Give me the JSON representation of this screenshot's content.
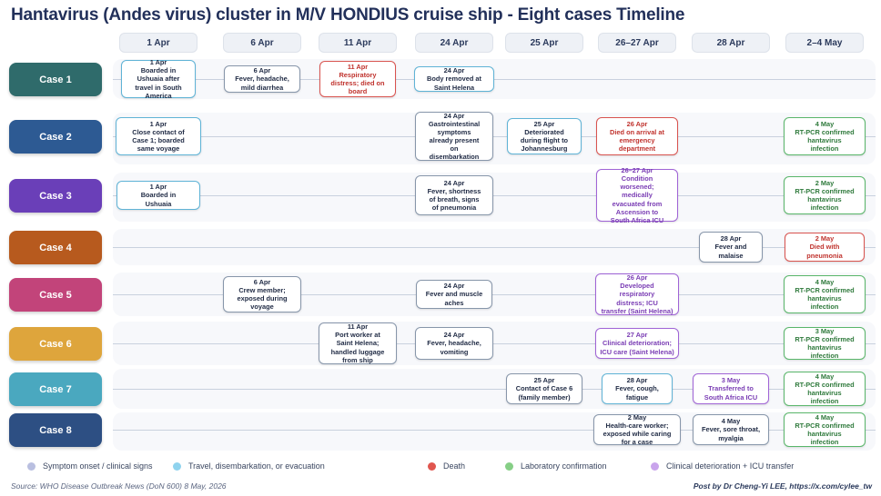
{
  "title": "Hantavirus (Andes virus) cluster in M/V HONDIUS cruise ship - Eight cases Timeline",
  "columns": [
    "1 Apr",
    "6 Apr",
    "11 Apr",
    "24 Apr",
    "25 Apr",
    "26–27 Apr",
    "28 Apr",
    "2–4 May"
  ],
  "cases": [
    {
      "label": "Case 1",
      "color": "#2f6b6b"
    },
    {
      "label": "Case 2",
      "color": "#2d5a93"
    },
    {
      "label": "Case 3",
      "color": "#6a3fb8"
    },
    {
      "label": "Case 4",
      "color": "#b75a1e"
    },
    {
      "label": "Case 5",
      "color": "#c2447a"
    },
    {
      "label": "Case 6",
      "color": "#dea53c"
    },
    {
      "label": "Case 7",
      "color": "#4aa8bf"
    },
    {
      "label": "Case 8",
      "color": "#2d4f83"
    }
  ],
  "events": [
    {
      "row": 0,
      "col": 0,
      "kind": "travel",
      "text": "1 Apr\nBoarded in\nUshuaia after\ntravel in South\nAmerica"
    },
    {
      "row": 0,
      "col": 1,
      "kind": "symptom",
      "text": "6 Apr\nFever, headache,\nmild diarrhea"
    },
    {
      "row": 0,
      "col": 2,
      "kind": "death",
      "text": "11 Apr\nRespiratory\ndistress; died on\nboard"
    },
    {
      "row": 0,
      "col": 3,
      "kind": "travel",
      "text": "24 Apr\nBody removed at\nSaint Helena"
    },
    {
      "row": 1,
      "col": 0,
      "kind": "travel",
      "text": "1 Apr\nClose contact of\nCase 1; boarded\nsame voyage"
    },
    {
      "row": 1,
      "col": 3,
      "kind": "symptom",
      "text": "24 Apr\nGastrointestinal\nsymptoms\nalready present\non\ndisembarkation"
    },
    {
      "row": 1,
      "col": 4,
      "kind": "travel",
      "text": "25 Apr\nDeteriorated\nduring flight to\nJohannesburg"
    },
    {
      "row": 1,
      "col": 5,
      "kind": "death",
      "text": "26 Apr\nDied on arrival at\nemergency\ndepartment"
    },
    {
      "row": 1,
      "col": 7,
      "kind": "lab",
      "text": "4 May\nRT-PCR confirmed\nhantavirus\ninfection"
    },
    {
      "row": 2,
      "col": 0,
      "kind": "travel",
      "text": "1 Apr\nBoarded in\nUshuaia"
    },
    {
      "row": 2,
      "col": 3,
      "kind": "symptom",
      "text": "24 Apr\nFever, shortness\nof breath, signs\nof pneumonia"
    },
    {
      "row": 2,
      "col": 5,
      "kind": "icu",
      "text": "26–27 Apr\nCondition\nworsened;\nmedically\nevacuated from\nAscension to\nSouth Africa ICU"
    },
    {
      "row": 2,
      "col": 7,
      "kind": "lab",
      "text": "2 May\nRT-PCR confirmed\nhantavirus\ninfection"
    },
    {
      "row": 3,
      "col": 6,
      "kind": "symptom",
      "text": "28 Apr\nFever and\nmalaise"
    },
    {
      "row": 3,
      "col": 7,
      "kind": "death",
      "text": "2 May\nDied with\npneumonia"
    },
    {
      "row": 4,
      "col": 1,
      "kind": "symptom",
      "text": "6 Apr\nCrew member;\nexposed during\nvoyage"
    },
    {
      "row": 4,
      "col": 3,
      "kind": "symptom",
      "text": "24 Apr\nFever and muscle\naches"
    },
    {
      "row": 4,
      "col": 5,
      "kind": "icu",
      "text": "26 Apr\nDeveloped\nrespiratory\ndistress; ICU\ntransfer (Saint Helena)"
    },
    {
      "row": 4,
      "col": 7,
      "kind": "lab",
      "text": "4 May\nRT-PCR confirmed\nhantavirus\ninfection"
    },
    {
      "row": 5,
      "col": 2,
      "kind": "symptom",
      "text": "11 Apr\nPort worker at\nSaint Helena;\nhandled luggage\nfrom ship"
    },
    {
      "row": 5,
      "col": 3,
      "kind": "symptom",
      "text": "24 Apr\nFever, headache,\nvomiting"
    },
    {
      "row": 5,
      "col": 5,
      "kind": "icu",
      "text": "27 Apr\nClinical deterioration;\nICU care (Saint Helena)"
    },
    {
      "row": 5,
      "col": 7,
      "kind": "lab",
      "text": "3 May\nRT-PCR confirmed\nhantavirus\ninfection"
    },
    {
      "row": 6,
      "col": 4,
      "kind": "symptom",
      "text": "25 Apr\nContact of Case 6\n(family member)"
    },
    {
      "row": 6,
      "col": 5,
      "kind": "travel",
      "text": "28 Apr\nFever, cough,\nfatigue"
    },
    {
      "row": 6,
      "col": 6,
      "kind": "icu",
      "text": "3 May\nTransferred to\nSouth Africa ICU"
    },
    {
      "row": 6,
      "col": 7,
      "kind": "lab",
      "text": "4 May\nRT-PCR confirmed\nhantavirus\ninfection"
    },
    {
      "row": 7,
      "col": 5,
      "kind": "symptom",
      "text": "2 May\nHealth-care worker;\nexposed while caring\nfor a case"
    },
    {
      "row": 7,
      "col": 6,
      "kind": "symptom",
      "text": "4 May\nFever, sore throat,\nmyalgia"
    },
    {
      "row": 7,
      "col": 7,
      "kind": "lab",
      "text": "4 May\nRT-PCR confirmed\nhantavirus\ninfection"
    }
  ],
  "legend": [
    {
      "label": "Symptom onset / clinical signs",
      "color": "#b9bfe0"
    },
    {
      "label": "Travel, disembarkation, or evacuation",
      "color": "#8fd3ee"
    },
    {
      "label": "Death",
      "color": "#e0564f"
    },
    {
      "label": "Laboratory confirmation",
      "color": "#86cf86"
    },
    {
      "label": "Clinical deterioration + ICU transfer",
      "color": "#c9a4ec"
    }
  ],
  "footer": {
    "source": "Source: WHO Disease Outbreak News (DoN 600) 8 May, 2026",
    "credit": "Post by Dr Cheng-Yi LEE, https://x.com/cylee_tw"
  }
}
